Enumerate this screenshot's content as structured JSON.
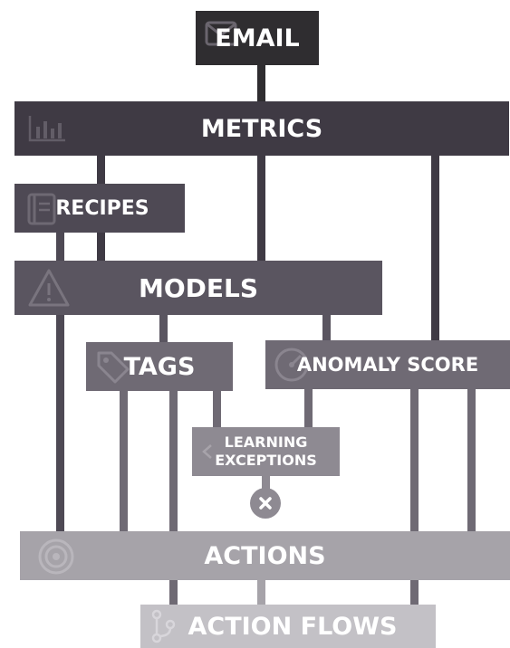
{
  "nodes": {
    "email": {
      "label": "EMAIL",
      "icon": "envelope-icon"
    },
    "metrics": {
      "label": "METRICS",
      "icon": "bar-chart-icon"
    },
    "recipes": {
      "label": "RECIPES",
      "icon": "book-icon"
    },
    "models": {
      "label": "MODELS",
      "icon": "warning-triangle-icon"
    },
    "tags": {
      "label": "TAGS",
      "icon": "tag-icon"
    },
    "anomaly_score": {
      "label": "ANOMALY SCORE",
      "icon": "gauge-icon"
    },
    "learning_exceptions": {
      "label_line1": "LEARNING",
      "label_line2": "EXCEPTIONS",
      "icon": "chevron-icon"
    },
    "exception_marker": {
      "icon": "close-circle-icon"
    },
    "actions": {
      "label": "ACTIONS",
      "icon": "target-icon"
    },
    "action_flows": {
      "label": "ACTION FLOWS",
      "icon": "branch-icon"
    }
  },
  "colors": {
    "email": "#2f2d30",
    "metrics": "#3f3a44",
    "recipes": "#4e4954",
    "models": "#5a5560",
    "tags": "#6f6a74",
    "anomaly_score": "#6f6a74",
    "learning_exceptions": "#8e8a92",
    "actions": "#a6a3a9",
    "action_flows": "#c3c1c6",
    "wire_dark": "#3f3a44",
    "wire_mid": "#5a5560",
    "wire_light": "#6f6a74"
  }
}
